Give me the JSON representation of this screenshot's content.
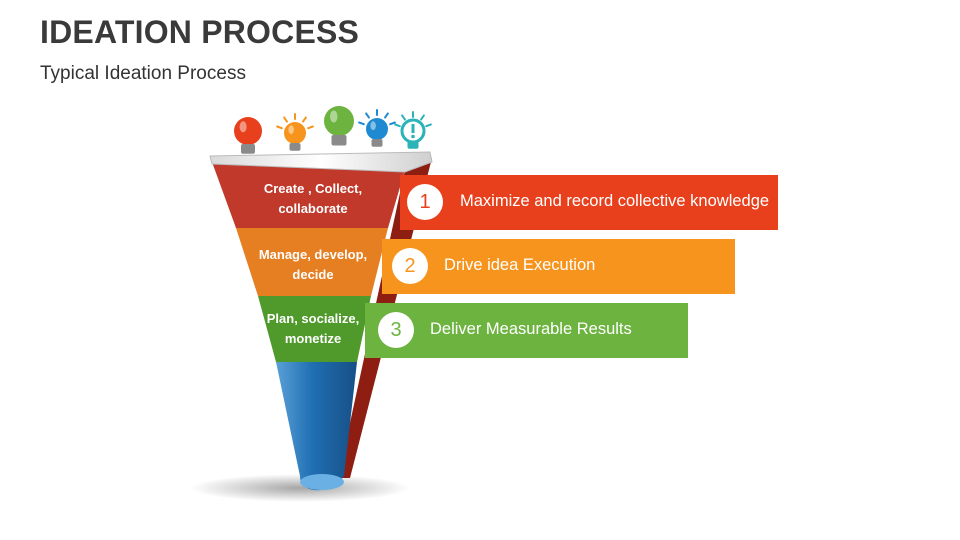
{
  "header": {
    "title": "IDEATION PROCESS",
    "subtitle": "Typical Ideation Process"
  },
  "funnel": {
    "stages": [
      {
        "label": "Create , Collect,\ncollaborate",
        "color": "#c0392b"
      },
      {
        "label": "Manage, develop,\ndecide",
        "color": "#e67e22"
      },
      {
        "label": "Plan, socialize,\nmonetize",
        "color": "#4f9a2b"
      }
    ],
    "spout_color": "#1f6fb2"
  },
  "steps": [
    {
      "number": "1",
      "text": "Maximize and record collective knowledge",
      "color": "#e8401c"
    },
    {
      "number": "2",
      "text": "Drive idea Execution",
      "color": "#f7941d"
    },
    {
      "number": "3",
      "text": "Deliver Measurable Results",
      "color": "#6db33f"
    }
  ],
  "bulbs": [
    {
      "icon": "lightbulb-icon",
      "color": "#e8401c"
    },
    {
      "icon": "lightbulb-icon",
      "color": "#f7941d"
    },
    {
      "icon": "lightbulb-icon",
      "color": "#6db33f"
    },
    {
      "icon": "lightbulb-icon",
      "color": "#1f8ad2"
    },
    {
      "icon": "lightbulb-icon",
      "color": "#2bb3b8"
    }
  ]
}
